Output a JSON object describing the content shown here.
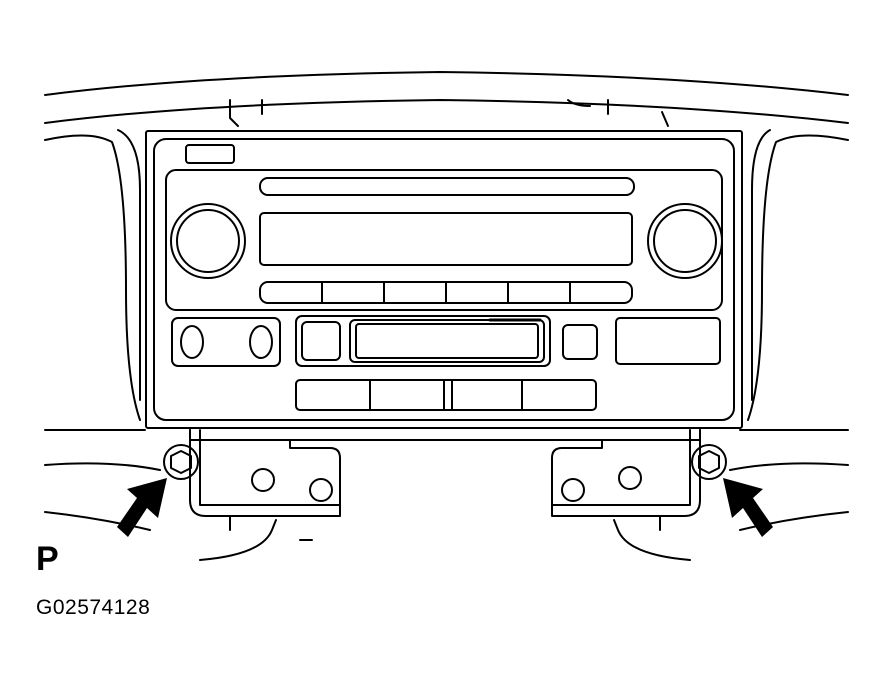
{
  "diagram": {
    "view_label": "P",
    "figure_id": "G02574128",
    "callouts": [
      {
        "name": "left-bolt-arrow",
        "points_to": "left-bolt"
      },
      {
        "name": "right-bolt-arrow",
        "points_to": "right-bolt"
      }
    ],
    "line_color": "#000000",
    "background": "#ffffff"
  }
}
